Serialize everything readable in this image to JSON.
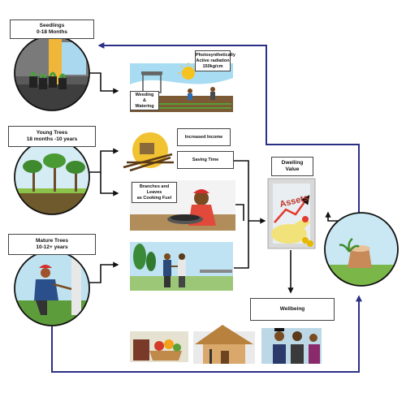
{
  "stages": [
    {
      "title": "Seedlings",
      "subtitle": "0-18 Months"
    },
    {
      "title": "Young Trees",
      "subtitle": "18 months -10 years"
    },
    {
      "title": "Mature Trees",
      "subtitle": "10-12+ years"
    }
  ],
  "labels": {
    "photosynthetic_1": "Photosynthetically",
    "photosynthetic_2": "Active radiation",
    "photosynthetic_3": "150kg/cm",
    "weeding_1": "Weeding",
    "weeding_2": "&",
    "weeding_3": "Watering",
    "increased_income": "Increased Income",
    "saving_time": "Saving Time",
    "branches_1": "Branches and Leaves",
    "branches_2": "as Cooking Fuel",
    "dwelling_1": "Dwelling",
    "dwelling_2": "Value",
    "assets_sign": "Assets",
    "wellbeing": "Wellbeing"
  },
  "colors": {
    "flow_arrow": "#2b2f86",
    "connector": "#111111",
    "sky": "#9fd4ee",
    "grass": "#7ab648"
  }
}
